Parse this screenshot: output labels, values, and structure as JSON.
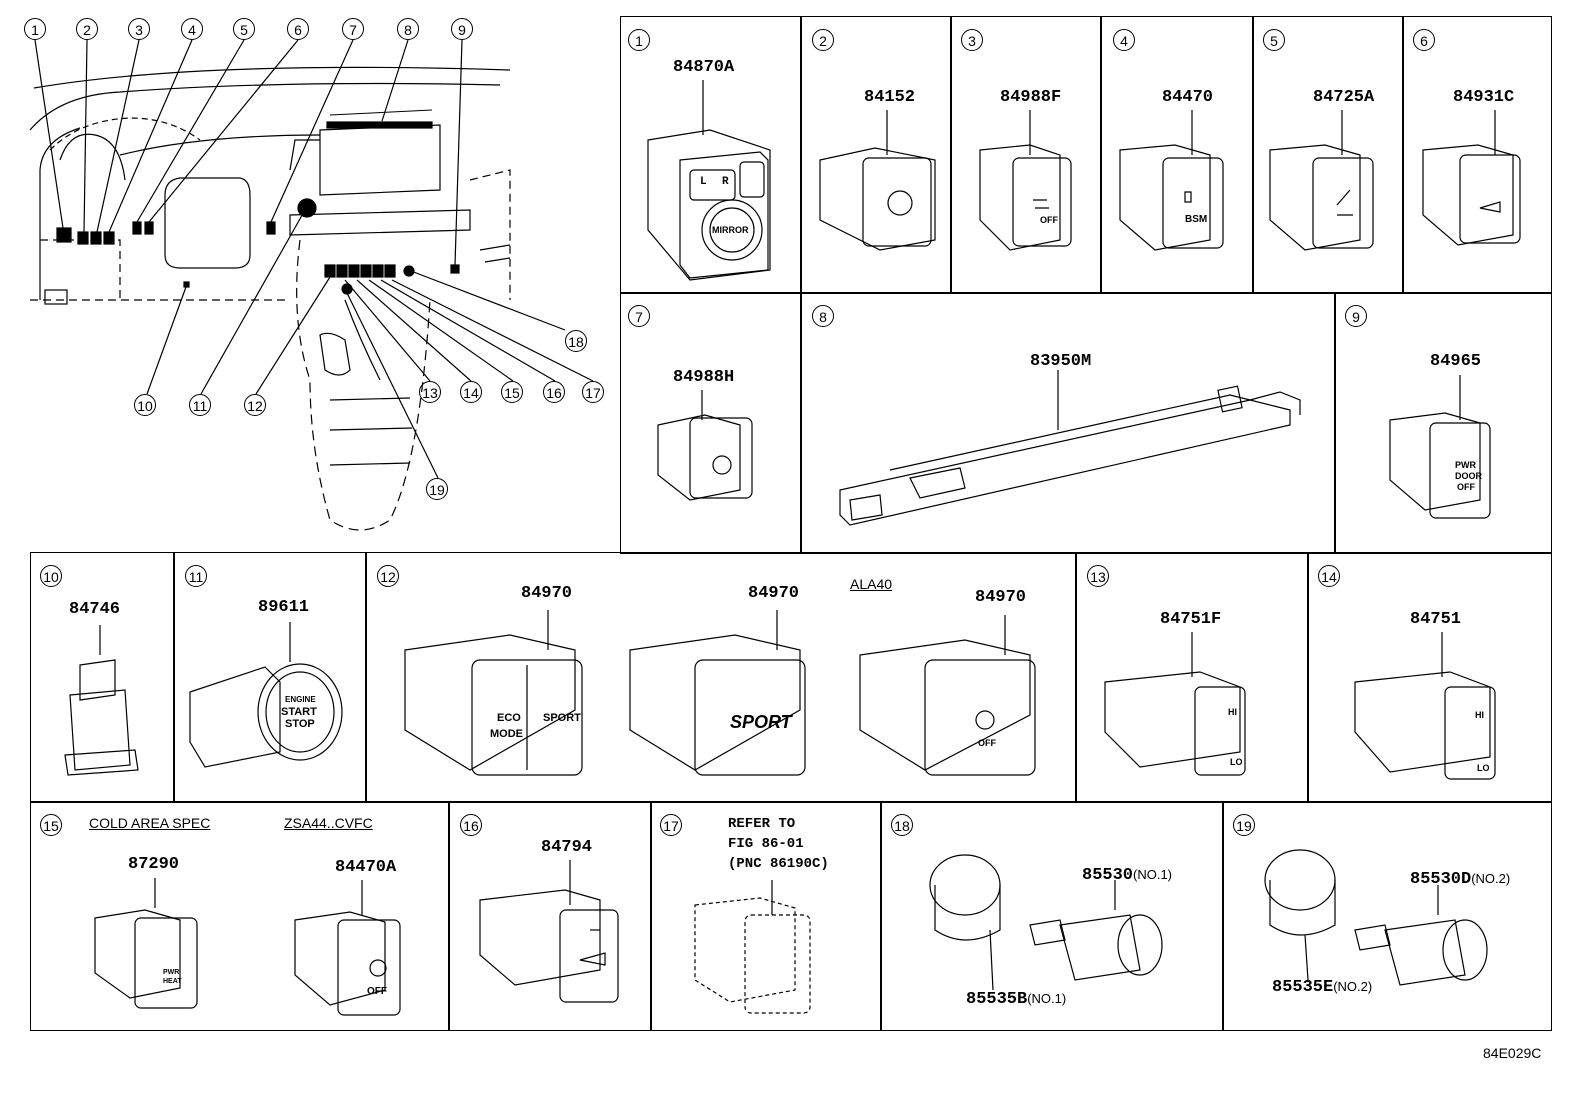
{
  "overview": {
    "callouts_top": [
      "1",
      "2",
      "3",
      "4",
      "5",
      "6",
      "7",
      "8",
      "9"
    ],
    "callouts_bottom": [
      "10",
      "11",
      "12",
      "13",
      "14",
      "15",
      "16",
      "17",
      "18",
      "19"
    ]
  },
  "cells": [
    {
      "id": "1",
      "parts": [
        {
          "pn": "84870A"
        }
      ],
      "labels": [
        "L",
        "R",
        "MIRROR"
      ]
    },
    {
      "id": "2",
      "parts": [
        {
          "pn": "84152"
        }
      ]
    },
    {
      "id": "3",
      "parts": [
        {
          "pn": "84988F"
        }
      ],
      "labels": [
        "OFF"
      ]
    },
    {
      "id": "4",
      "parts": [
        {
          "pn": "84470"
        }
      ],
      "labels": [
        "BSM"
      ]
    },
    {
      "id": "5",
      "parts": [
        {
          "pn": "84725A"
        }
      ]
    },
    {
      "id": "6",
      "parts": [
        {
          "pn": "84931C"
        }
      ]
    },
    {
      "id": "7",
      "parts": [
        {
          "pn": "84988H"
        }
      ]
    },
    {
      "id": "8",
      "parts": [
        {
          "pn": "83950M"
        }
      ]
    },
    {
      "id": "9",
      "parts": [
        {
          "pn": "84965"
        }
      ],
      "labels": [
        "PWR",
        "DOOR",
        "OFF"
      ]
    },
    {
      "id": "10",
      "parts": [
        {
          "pn": "84746"
        }
      ]
    },
    {
      "id": "11",
      "parts": [
        {
          "pn": "89611"
        }
      ],
      "labels": [
        "ENGINE",
        "START",
        "STOP"
      ]
    },
    {
      "id": "12",
      "parts": [
        {
          "pn": "84970"
        },
        {
          "pn": "84970"
        },
        {
          "pn": "84970"
        }
      ],
      "note": "ALA40",
      "labels": [
        "ECO",
        "MODE",
        "SPORT",
        "SPORT",
        "OFF"
      ]
    },
    {
      "id": "13",
      "parts": [
        {
          "pn": "84751F"
        }
      ],
      "labels": [
        "HI",
        "LO"
      ]
    },
    {
      "id": "14",
      "parts": [
        {
          "pn": "84751"
        }
      ],
      "labels": [
        "HI",
        "LO"
      ]
    },
    {
      "id": "15",
      "parts": [
        {
          "pn": "87290"
        },
        {
          "pn": "84470A"
        }
      ],
      "notes": [
        "COLD AREA SPEC",
        "ZSA44..CVFC"
      ],
      "labels": [
        "PWR",
        "HEAT",
        "OFF"
      ]
    },
    {
      "id": "16",
      "parts": [
        {
          "pn": "84794"
        }
      ]
    },
    {
      "id": "17",
      "ref": "REFER TO\nFIG 86-01\n(PNC 86190C)"
    },
    {
      "id": "18",
      "parts": [
        {
          "pn": "85530",
          "qual": "(NO.1)"
        },
        {
          "pn": "85535B",
          "qual": "(NO.1)"
        }
      ]
    },
    {
      "id": "19",
      "parts": [
        {
          "pn": "85530D",
          "qual": "(NO.2)"
        },
        {
          "pn": "85535E",
          "qual": "(NO.2)"
        }
      ]
    }
  ],
  "figure_code": "84E029C"
}
